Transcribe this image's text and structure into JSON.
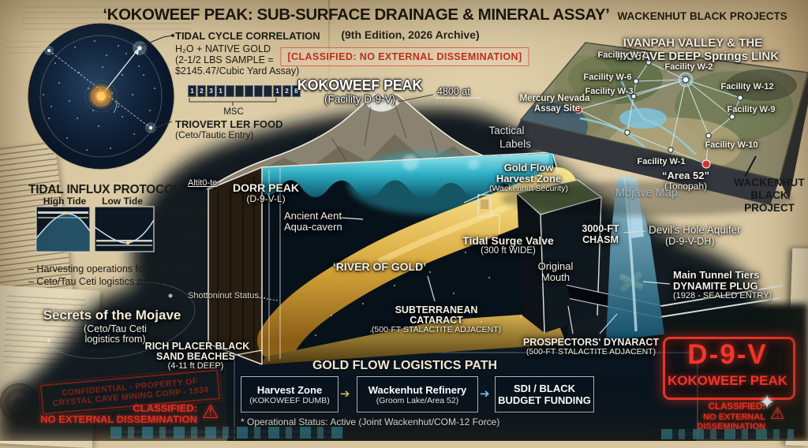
{
  "header": {
    "title": "‘KOKOWEEF PEAK: SUB-SURFACE DRAINAGE & MINERAL ASSAY’",
    "brand": "WACKENHUT BLACK PROJECTS",
    "subtitle": "(9th Edition, 2026 Archive)",
    "classified_banner": "[CLASSIFIED: NO EXTERNAL DISSEMINATION]"
  },
  "star_chart": {
    "callout_title": "TIDAL CYCLE CORRELATION",
    "formula_line1": "H₂O + NATIVE GOLD",
    "formula_line2": "(2-1/2 LBS SAMPLE =",
    "formula_line3": "$2145.47/Cubic Yard Assay)",
    "scale_cells": [
      "1",
      "2",
      "3",
      "1",
      "",
      "",
      "",
      "",
      "",
      "1",
      "2",
      "8"
    ],
    "scale_label": "MSC",
    "footnote": "TRIOVERT LER FOOD",
    "footnote_sub": "(Ceto/Tautic Entry)"
  },
  "tidal_protocol": {
    "title": "TIDAL INFLUX PROTOCOL",
    "chart_high": "High Tide",
    "chart_low": "Low Tide",
    "side_high": "High Tide",
    "side_low": "Low Tide",
    "bullet1": "– Harvesting operations for liokoweef",
    "bullet2": "– Ceto/Tau Ceti logistics assay"
  },
  "secrets": {
    "title": "Secrets of the Mojave",
    "sub1": "(Ceto/Tau Ceti",
    "sub2": "logistics from)"
  },
  "placer": {
    "line1": "RICH PLACER BLACK",
    "line2": "SAND BEACHES",
    "line3": "(4-11 ft DEEP)"
  },
  "stamp": {
    "line1": "CONFIDENTIAL - PROPERTY OF",
    "line2": "CRYSTAL CAVE MINING CORP - 1934"
  },
  "classified_stamp": {
    "line1": "CLASSIFIED:",
    "line2": "NO EXTERNAL DISSEMINATION"
  },
  "peak": {
    "title": "KOKOWEEF PEAK",
    "subtitle": "(Facility D-9-V)",
    "altitude_note": "4800 at",
    "tactical1": "Tactical",
    "tactical2": "Labels",
    "altitude_label": "Altit0-te"
  },
  "dorr": {
    "title": "DORR PEAK",
    "subtitle": "(D-9-V-L)"
  },
  "cave": {
    "aqua1": "Ancient Aent",
    "aqua2": "Aqua-cavern",
    "river": "‘RIVER OF GOLD’",
    "goldflow1": "Gold Flow",
    "goldflow2": "Harvest Zone",
    "goldflow3": "(Wackenhut Security)",
    "valve1": "Tidal Surge Valve",
    "valve2": "(300 ft WIDE)",
    "mouth1": "Original",
    "mouth2": "Mouth",
    "shotton": "Shottoninut Status...",
    "cataract1": "SUBTERRANEAN",
    "cataract2": "CATARACT",
    "cataract3": "(500-FT STALACTITE ADJACENT)",
    "dynaract1": "PROSPECTORS' DYNARACT",
    "dynaract2": "(500-FT STALACTITE ADJACENT)",
    "chasm1": "3000-FT",
    "chasm2": "CHASM"
  },
  "map": {
    "title1": "IVANPAH VALLEY & THE",
    "title2": "MOJAVE DEEP Springs LINK",
    "facilities": [
      {
        "label": "Facility W-7"
      },
      {
        "label": "Facility W-2"
      },
      {
        "label": "Facility W-6"
      },
      {
        "label": "Facility W-3"
      },
      {
        "label": "Facility W-12"
      },
      {
        "label": "Facility W-9"
      },
      {
        "label": "Facility W-10"
      },
      {
        "label": "Facility W-1"
      }
    ],
    "mercury1": "Mercury Nevada",
    "mercury2": "Assay Site",
    "area52": "“Area 52”",
    "area52_sub": "(Tonopah)",
    "mojave_map": "Mojave Map",
    "wackenhut1": "WACKENHUT",
    "wackenhut2": "BLACK",
    "wackenhut3": "PROJECT",
    "aquifer1": "Devil's Hole Aquifer",
    "aquifer2": "(D-9-V-DH)",
    "plug1": "Main Tunnel Tiers",
    "plug2": "DYNAMITE PLUG",
    "plug3": "(1928 - SEALED ENTRY)"
  },
  "logistics": {
    "title": "GOLD FLOW LOGISTICS PATH",
    "box1_line1": "Harvest Zone",
    "box1_line2": "(KOKOWEEF DUMB)",
    "box2_line1": "Wackenhut Refinery",
    "box2_line2": "(Groom Lake/Area 52)",
    "box3_line1": "SDI / BLACK",
    "box3_line2": "BUDGET FUNDING",
    "footnote": "* Operational Status: Active (Joint Wackenhut/COM-12 Force)"
  },
  "badge": {
    "code": "D-9-V",
    "name": "KOKOWEEF PEAK",
    "classified1": "CLASSIFIED:",
    "classified2": "NO EXTERNAL DISSEMINATION"
  },
  "icons": {
    "warning": "⚠",
    "sparkle": "✦",
    "arrow": "➔"
  },
  "colors": {
    "accent_red": "#e8352a",
    "gold": "#d9a83c",
    "teal": "#2fb9cf",
    "paper": "#d8c7a1"
  }
}
